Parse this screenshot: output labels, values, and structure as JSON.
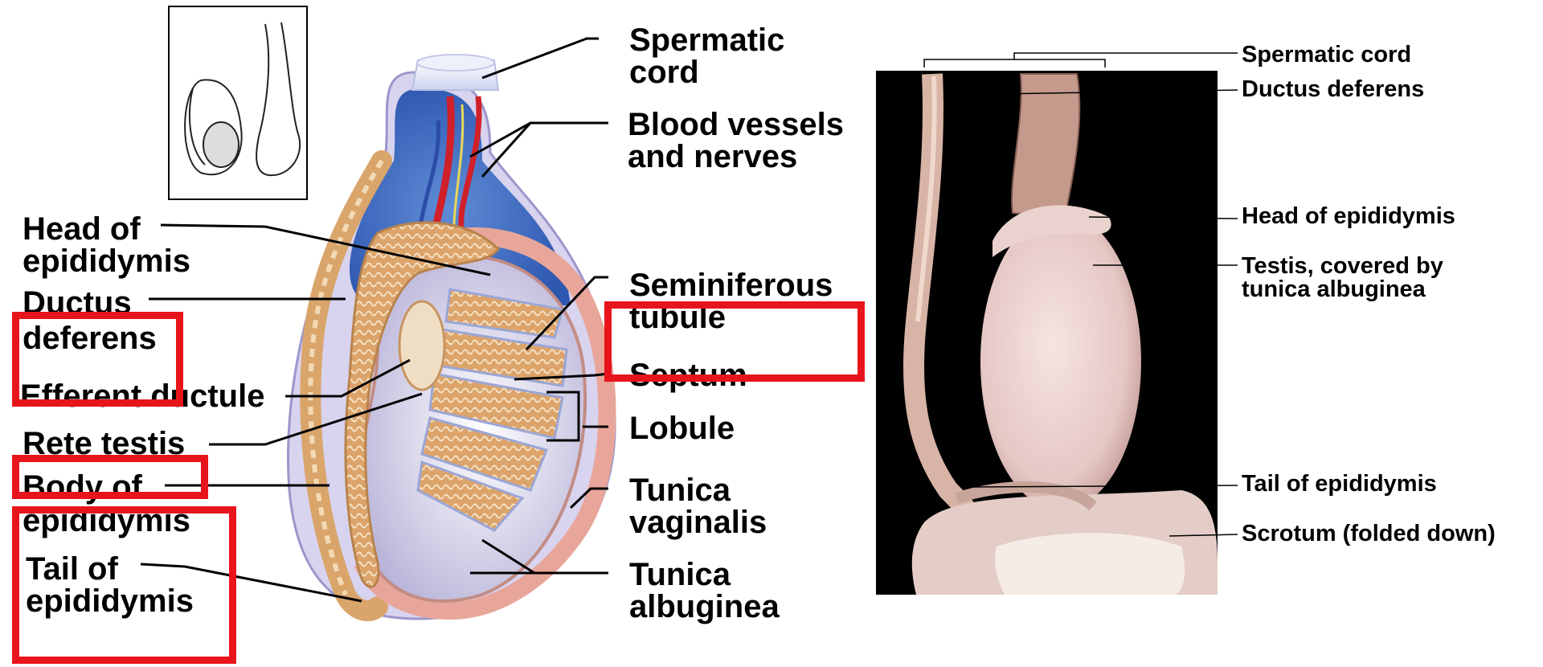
{
  "left_figure": {
    "labels": {
      "spermatic_cord": [
        "Spermatic",
        "cord"
      ],
      "blood_vessels": [
        "Blood vessels",
        "and nerves"
      ],
      "head_of_epididymis": [
        "Head of",
        "epididymis"
      ],
      "ductus_deferens": [
        "Ductus",
        "deferens"
      ],
      "efferent_ductule": "Efferent ductule",
      "rete_testis": "Rete testis",
      "body_of_epididymis": [
        "Body of",
        "epididymis"
      ],
      "tail_of_epididymis": [
        "Tail of",
        "epididymis"
      ],
      "seminiferous_tubule": [
        "Seminiferous",
        "tubule"
      ],
      "septum": "Septum",
      "lobule": "Lobule",
      "tunica_vaginalis": [
        "Tunica",
        "vaginalis"
      ],
      "tunica_albuginea": [
        "Tunica",
        "albuginea"
      ]
    }
  },
  "right_figure": {
    "labels": {
      "spermatic_cord": "Spermatic cord",
      "ductus_deferens": "Ductus deferens",
      "head_of_epididymis": "Head of epididymis",
      "testis": [
        "Testis, covered by",
        "tunica albuginea"
      ],
      "tail_of_epididymis": "Tail of epididymis",
      "scrotum": "Scrotum (folded down)"
    }
  },
  "colors": {
    "highlight": "#e8141c",
    "epididymis": "#d9a56b",
    "vessels_red": "#d0202a",
    "vessels_blue": "#4a74c9",
    "tunica": "#e8a69a",
    "photo_bg": "#000000"
  }
}
